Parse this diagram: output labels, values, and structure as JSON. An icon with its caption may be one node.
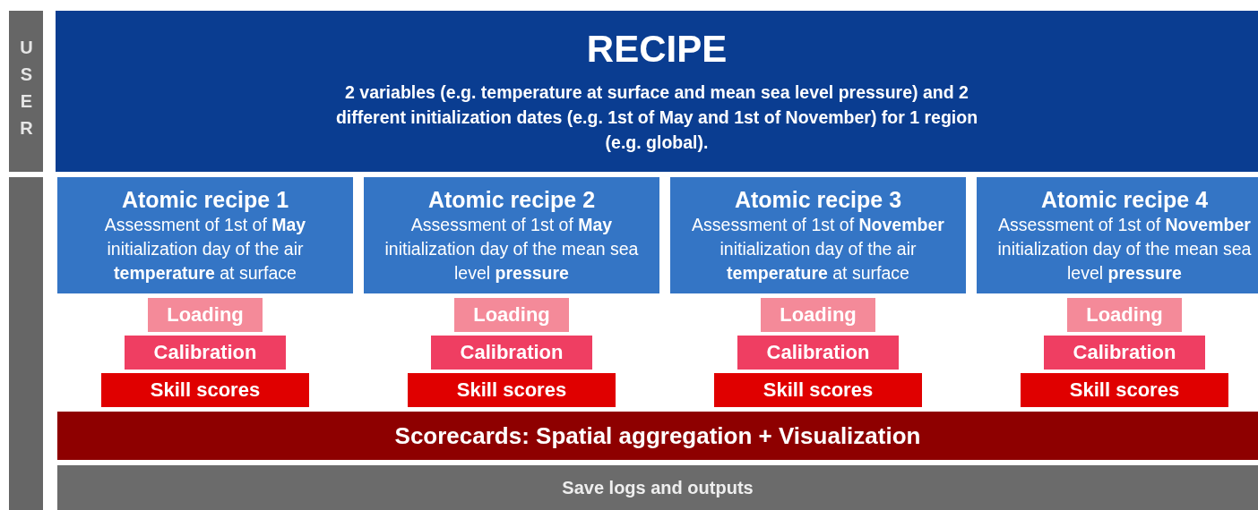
{
  "diagram": {
    "nodes": [
      {
        "text": [
          "USER"
        ]
      },
      {
        "text": [],
        "shape": "bar"
      },
      {
        "text": [
          "RECIPE",
          "2 variables (e.g. temperature at surface and mean sea level pressure) and 2 different initialization dates (e.g. 1st of May and 1st of November) for 1 region (e.g. global)."
        ]
      },
      {
        "text": [
          "Atomic recipe 1",
          "Assessment of 1st of **May** initialization day of the air **temperature** at surface"
        ]
      },
      {
        "text": [
          "Atomic recipe 2",
          "Assessment of 1st of **May** initialization day of the mean sea level **pressure**"
        ]
      },
      {
        "text": [
          "Atomic recipe 3",
          "Assessment of 1st of **November** initialization day of the air **temperature** at surface"
        ]
      },
      {
        "text": [
          "Atomic recipe 4",
          "Assessment of 1st of **November** initialization day of the mean sea level **pressure**"
        ]
      },
      {
        "text": [
          "Loading"
        ]
      },
      {
        "text": [
          "Calibration"
        ]
      },
      {
        "text": [
          "Skill scores"
        ]
      },
      {
        "text": [
          "Loading"
        ]
      },
      {
        "text": [
          "Calibration"
        ]
      },
      {
        "text": [
          "Skill scores"
        ]
      },
      {
        "text": [
          "Loading"
        ]
      },
      {
        "text": [
          "Calibration"
        ]
      },
      {
        "text": [
          "Skill scores"
        ]
      },
      {
        "text": [
          "Loading"
        ]
      },
      {
        "text": [
          "Calibration"
        ]
      },
      {
        "text": [
          "Skill scores"
        ]
      },
      {
        "text": [
          "Scorecards: Spatial aggregation + Visualization"
        ]
      },
      {
        "text": [
          "Save logs and outputs"
        ]
      }
    ],
    "edges": []
  }
}
